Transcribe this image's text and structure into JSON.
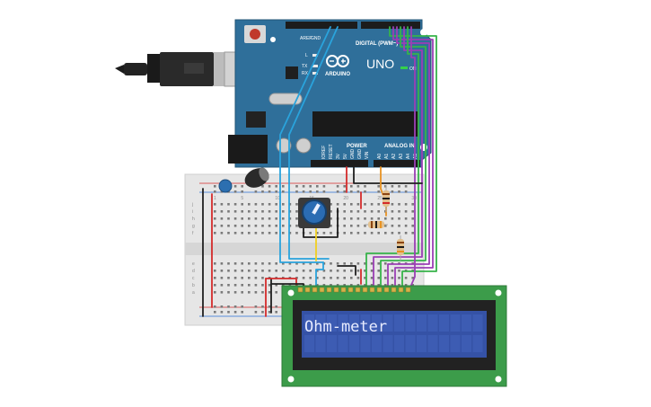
{
  "arduino": {
    "brand": "ARDUINO",
    "model": "UNO",
    "digital_label": "DIGITAL (PWM~)",
    "power_label": "POWER",
    "analog_label": "ANALOG IN",
    "on_label": "ON",
    "aref_label": "AREF",
    "gnd_label": "GND",
    "tx_label": "TX",
    "rx_label": "RX",
    "l_label": "L",
    "power_pins": [
      "IOREF",
      "RESET",
      "3V",
      "5V",
      "GND",
      "GND",
      "VIN"
    ],
    "analog_pins": [
      "A0",
      "A1",
      "A2",
      "A3",
      "A4",
      "A5"
    ]
  },
  "breadboard": {
    "row_letters_top": [
      "j",
      "i",
      "h",
      "g",
      "f"
    ],
    "row_letters_bottom": [
      "e",
      "d",
      "c",
      "b",
      "a"
    ],
    "column_numbers": [
      "1",
      "5",
      "10",
      "15",
      "20",
      "25",
      "30"
    ]
  },
  "lcd": {
    "line1": "Ohm-meter",
    "line2": ""
  },
  "colors": {
    "arduino_board": "#2f6f9a",
    "lcd_pcb": "#3c9c4a",
    "lcd_screen": "#3552a6",
    "wire_red": "#d42b2b",
    "wire_black": "#1f1f1f",
    "wire_blue": "#2aa3dc",
    "wire_green": "#37b34a",
    "wire_purple": "#9b3fb5",
    "wire_orange": "#e89324",
    "wire_yellow": "#f0d020"
  }
}
